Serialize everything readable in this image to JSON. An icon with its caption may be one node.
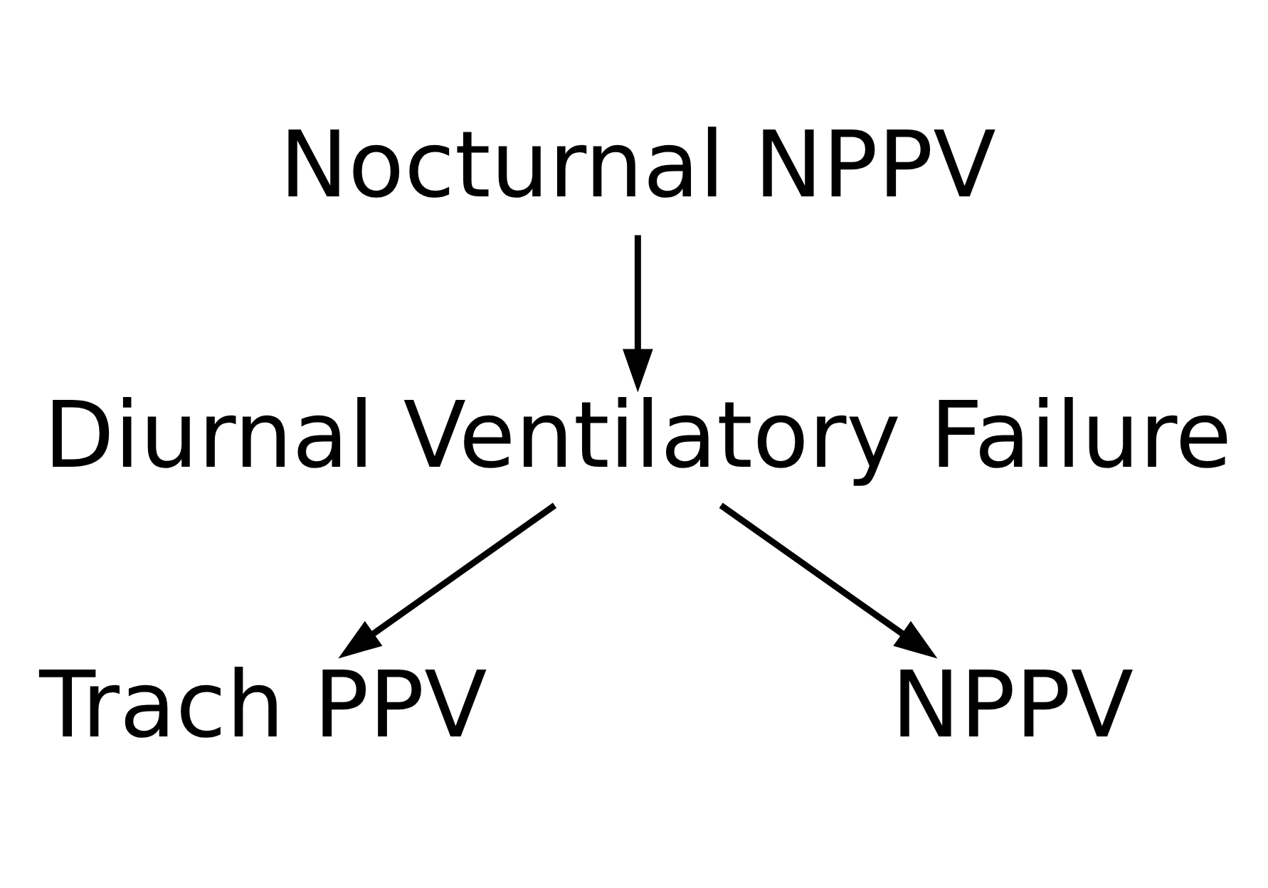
{
  "diagram": {
    "nodes": [
      {
        "text": [
          "Nocturnal NPPV"
        ]
      },
      {
        "text": [
          "Diurnal Ventilatory Failure"
        ]
      },
      {
        "text": [
          "Trach PPV"
        ]
      },
      {
        "text": [
          "NPPV"
        ]
      }
    ],
    "edges": [
      {
        "from": 0,
        "to": 1,
        "arrow": "to"
      },
      {
        "from": 1,
        "to": 2,
        "arrow": "to"
      },
      {
        "from": 1,
        "to": 3,
        "arrow": "to"
      }
    ]
  }
}
